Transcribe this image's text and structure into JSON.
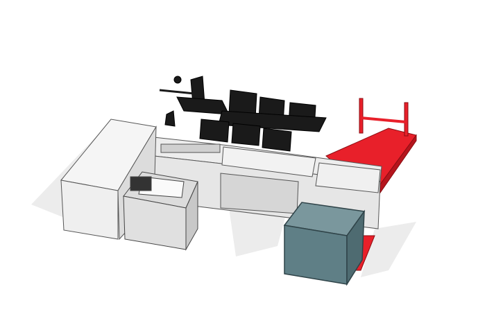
{
  "scene": {
    "background": "#ffffff",
    "shadow": "#ebebeb",
    "colors": {
      "appliance_white": "#f2f2f2",
      "appliance_side": "#d9d9d9",
      "counter_top": "#e8e8e8",
      "chairs": "#1a1a1a",
      "red_table": "#e8202a",
      "teal_box": "#5f7f86",
      "outline": "#3a3a3a"
    },
    "objects": [
      "refrigerator",
      "stove",
      "counter",
      "chairs",
      "table",
      "cabinet-box"
    ]
  }
}
